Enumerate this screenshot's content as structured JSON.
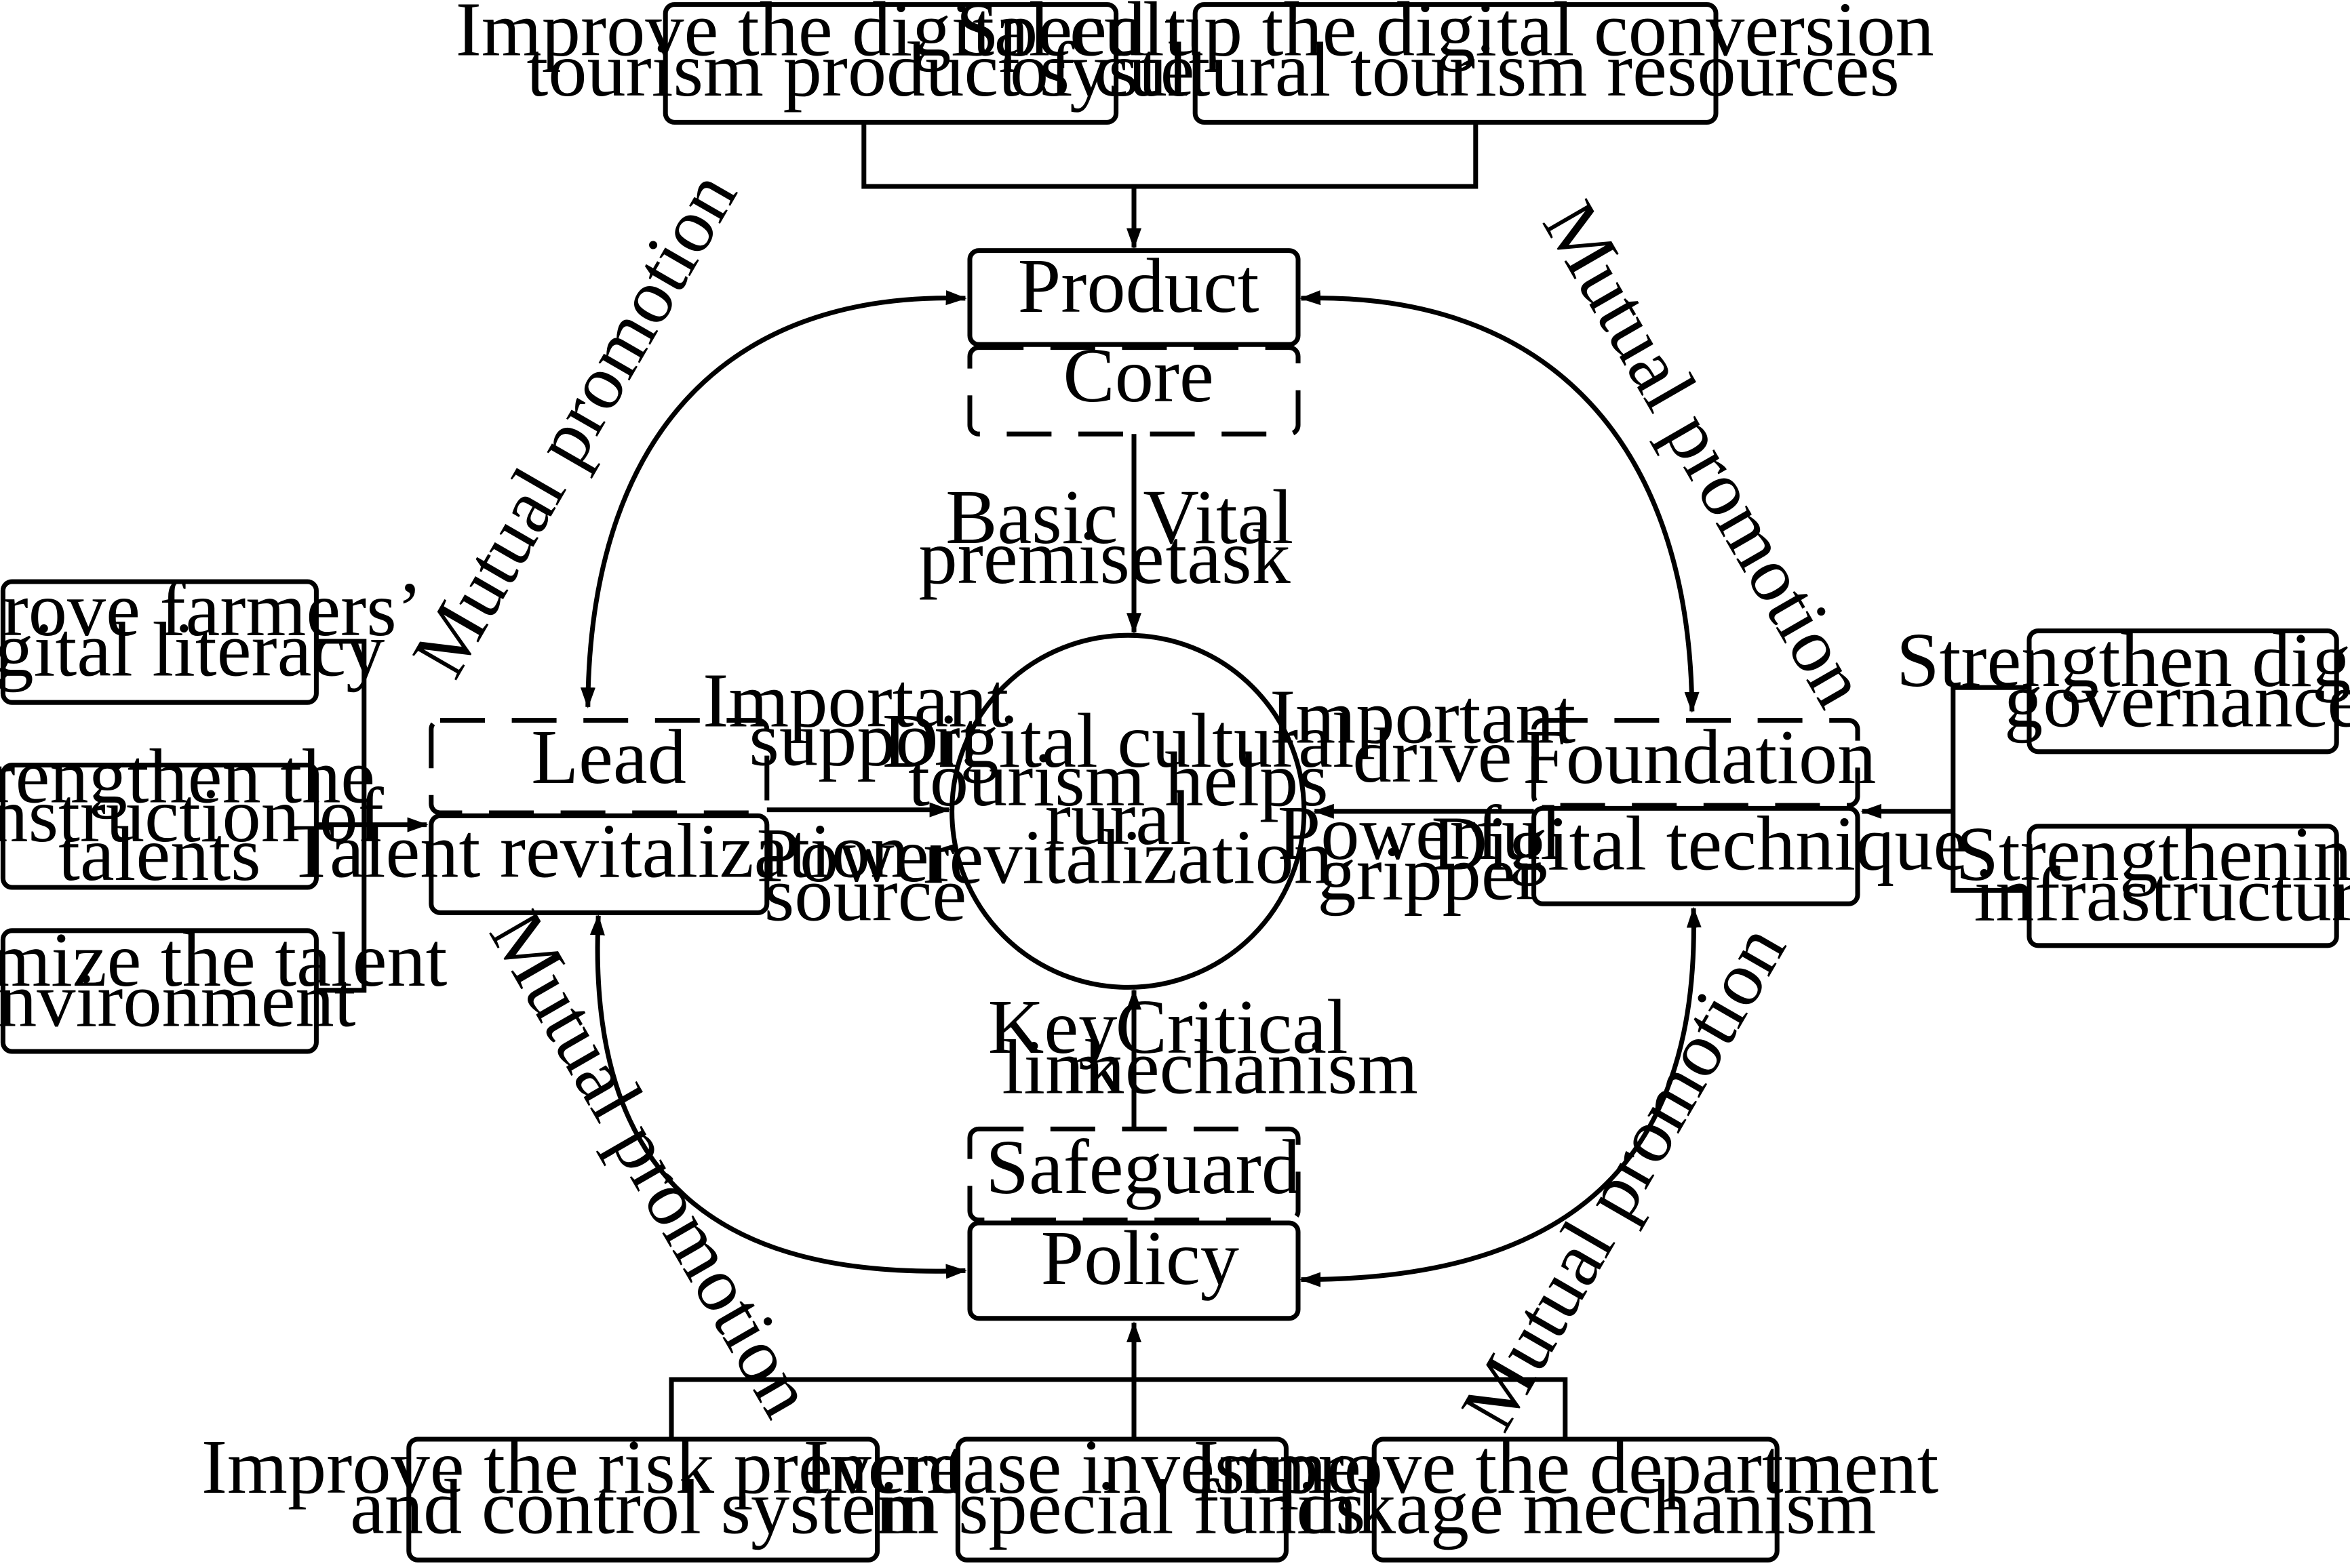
{
  "center": {
    "lines": [
      "Digital cultural",
      "tourism helps",
      "rural",
      "revitalization"
    ]
  },
  "top": {
    "inputs": [
      {
        "lines": [
          "Improve the digital cultural",
          "tourism product system"
        ]
      },
      {
        "lines": [
          "Speed up the digital conversion",
          "of cultural tourism resources"
        ]
      }
    ],
    "product": "Product",
    "core": "Core",
    "left_label": [
      "Basic",
      "premise"
    ],
    "right_label": [
      "Vital",
      "task"
    ]
  },
  "left": {
    "inputs": [
      {
        "lines": [
          "Improve farmers’",
          "digital literacy"
        ]
      },
      {
        "lines": [
          "Strengthen the",
          "construction of",
          "talents"
        ]
      },
      {
        "lines": [
          "Optimize the talent",
          "environment"
        ]
      }
    ],
    "lead": "Lead",
    "talent": "Talent revitalization",
    "upper_label": [
      "Important",
      "support"
    ],
    "lower_label": [
      "Power",
      "source"
    ]
  },
  "right": {
    "inputs": [
      {
        "lines": [
          "Strengthen digital",
          "governance"
        ]
      },
      {
        "lines": [
          "Strengthening",
          "infrastructure"
        ]
      }
    ],
    "foundation": "Foundation",
    "technique": "Digital technique",
    "upper_label": [
      "Important",
      "drive"
    ],
    "lower_label": [
      "Powerful",
      "gripper"
    ]
  },
  "bottom": {
    "inputs": [
      {
        "lines": [
          "Improve the risk prevention",
          "and control system"
        ]
      },
      {
        "lines": [
          "Increase investment",
          "in special funds"
        ]
      },
      {
        "lines": [
          "Improve the department",
          "linkage mechanism"
        ]
      }
    ],
    "safeguard": "Safeguard",
    "policy": "Policy",
    "left_label": [
      "Key",
      "link"
    ],
    "right_label": [
      "Critical",
      "mechanism"
    ]
  },
  "mutual_promotion": {
    "top_left": "Mutual promotion",
    "top_right": "Mutual promotion",
    "bottom_left": "Mutual promotion",
    "bottom_right": "Mutual promotion"
  }
}
